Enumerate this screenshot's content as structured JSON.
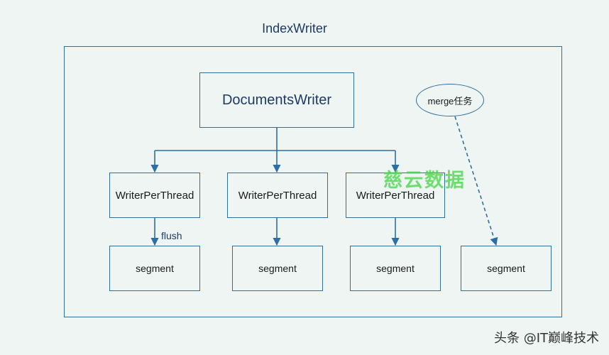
{
  "title": "IndexWriter",
  "documents_writer": "DocumentsWriter",
  "merge_task": "merge任务",
  "threads": [
    "WriterPerThread",
    "WriterPerThread",
    "WriterPerThread"
  ],
  "segments": [
    "segment",
    "segment",
    "segment",
    "segment"
  ],
  "flush_label": "flush",
  "watermark": "慈云数据",
  "credit": "头条 @IT巅峰技术",
  "colors": {
    "stroke": "#2e6fa3",
    "background": "#eef5f3",
    "watermark": "#40d640"
  }
}
